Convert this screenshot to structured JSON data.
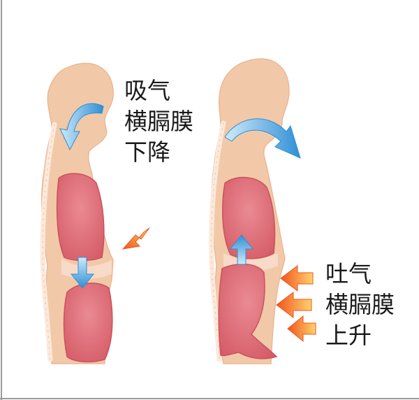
{
  "inhale": {
    "lines": [
      "吸气",
      "横膈膜",
      "下降"
    ]
  },
  "exhale": {
    "lines": [
      "吐气",
      "横膈膜",
      "上升"
    ]
  },
  "colors": {
    "skin": "#f2c9a8",
    "skin_edge": "#e9b896",
    "organ": "#e0707a",
    "organ_dark": "#c9525e",
    "spine": "#fbe9dc",
    "arrow_blue_light": "#cfeaf8",
    "arrow_blue": "#2f8fd6",
    "arrow_orange_light": "#ffd36a",
    "arrow_orange": "#f0541f",
    "frame": "#9a9a9a"
  }
}
